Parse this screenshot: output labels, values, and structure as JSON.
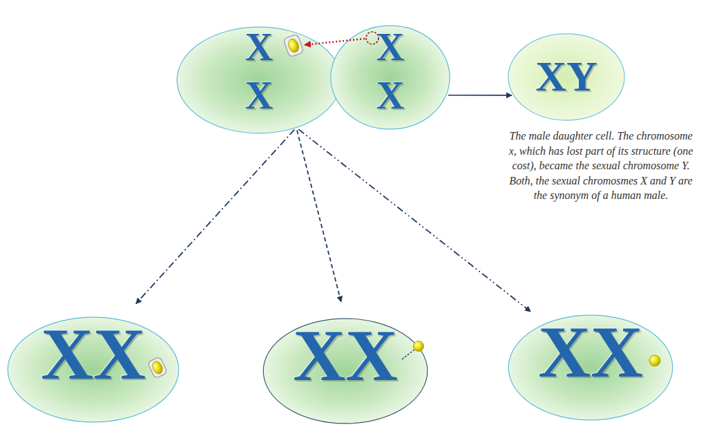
{
  "diagram": {
    "nodes": [
      {
        "text": [
          "X",
          "X"
        ]
      },
      {
        "text": [
          "X",
          "X"
        ]
      },
      {
        "text": [
          "XY"
        ]
      },
      {
        "text": [
          "XX"
        ]
      },
      {
        "text": [
          "XX"
        ]
      },
      {
        "text": [
          "XX"
        ]
      }
    ],
    "edges": [
      {
        "from": 1,
        "to": 2,
        "arrow": "to"
      },
      {
        "from": 0,
        "to": 3,
        "arrow": "to"
      },
      {
        "from": 0,
        "to": 4,
        "arrow": "to"
      },
      {
        "from": 0,
        "to": 5,
        "arrow": "to"
      }
    ],
    "labels": [
      "The male daughter cell. The chromosome x, which has lost part of its structure (one cost), became the sexual chromosome Y. Both, the sexual chromosmes X and Y are the synonym of a human male."
    ]
  }
}
